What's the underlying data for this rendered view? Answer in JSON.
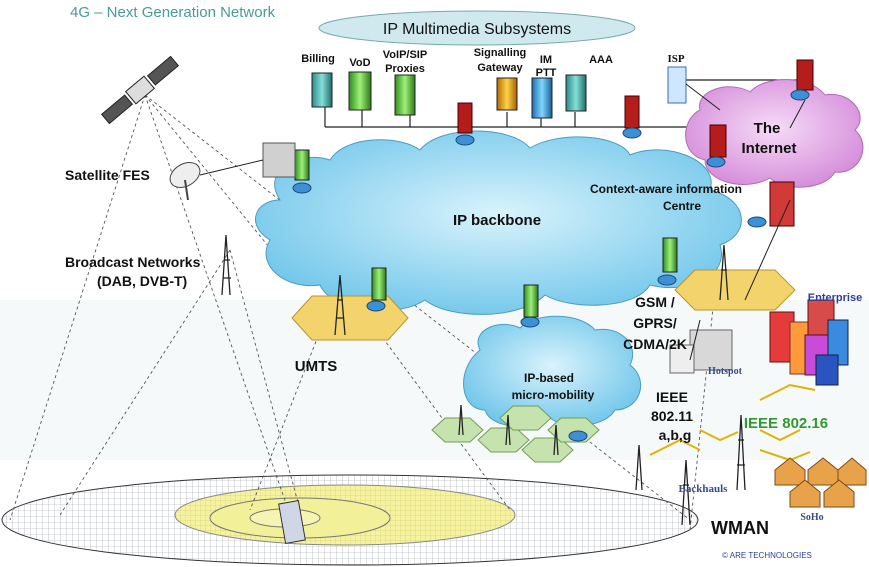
{
  "title": "4G – Next Generation Network",
  "ims": "IP Multimedia Subsystems",
  "services": {
    "billing": "Billing",
    "vod": "VoD",
    "voip_line1": "VoIP/SIP",
    "voip_line2": "Proxies",
    "sig_line1": "Signalling",
    "sig_line2": "Gateway",
    "im_line1": "IM",
    "im_line2": "PTT",
    "aaa": "AAA",
    "isp": "ISP"
  },
  "internet_line1": "The",
  "internet_line2": "Internet",
  "satellite": "Satellite FES",
  "broadcast_line1": "Broadcast Networks",
  "broadcast_line2": "(DAB, DVB-T)",
  "backbone": "IP backbone",
  "context_line1": "Context-aware information",
  "context_line2": "Centre",
  "gsm_line1": "GSM /",
  "gsm_line2": "GPRS/",
  "gsm_line3": "CDMA/2K",
  "enterprise": "Enterprise",
  "umts": "UMTS",
  "micro_line1": "IP-based",
  "micro_line2": "micro-mobility",
  "hotspot": "Hotspot",
  "ieee11_line1": "IEEE",
  "ieee11_line2": "802.11",
  "ieee11_line3": "a,b,g",
  "ieee16": "IEEE 802.16",
  "backhauls": "Backhauls",
  "soho": "SoHo",
  "wman": "WMAN",
  "copyright": "© ARE TECHNOLOGIES",
  "colors": {
    "title": "#4a9a9a",
    "cloud": "#8fd3f0",
    "internet_cloud": "#e2a9e6",
    "hex": "#f4dc7a",
    "hex_green": "#c8e3b0",
    "ieee16": "#2f9a2f",
    "enterprise": "#2a3f9a"
  }
}
